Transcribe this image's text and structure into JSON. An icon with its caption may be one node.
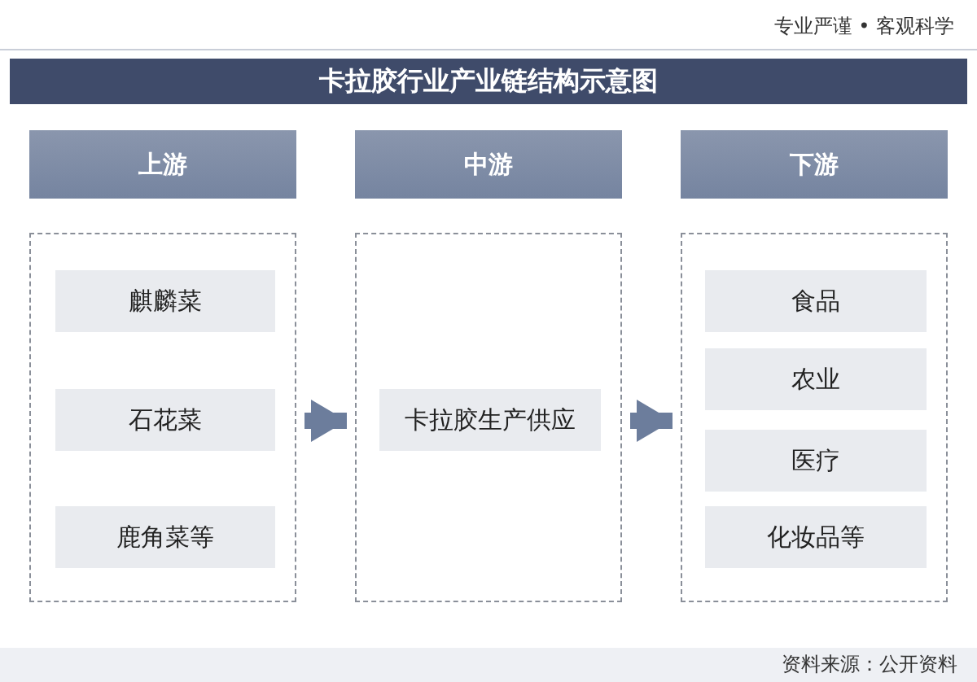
{
  "diagram": {
    "title": "卡拉胶行业产业链结构示意图",
    "nodes": [
      {
        "text": [
          "上游"
        ]
      },
      {
        "text": [
          "中游"
        ]
      },
      {
        "text": [
          "下游"
        ]
      },
      {
        "text": [],
        "shape": "box"
      },
      {
        "text": [
          "麒麟菜"
        ],
        "in": 3
      },
      {
        "text": [
          "石花菜"
        ],
        "in": 3
      },
      {
        "text": [
          "鹿角菜等"
        ],
        "in": 3
      },
      {
        "text": [],
        "shape": "box"
      },
      {
        "text": [
          "卡拉胶生产供应"
        ],
        "in": 7
      },
      {
        "text": [],
        "shape": "box"
      },
      {
        "text": [
          "食品"
        ],
        "in": 9
      },
      {
        "text": [
          "农业"
        ],
        "in": 9
      },
      {
        "text": [
          "医疗"
        ],
        "in": 9
      },
      {
        "text": [
          "化妆品等"
        ],
        "in": 9
      }
    ],
    "edges": [
      {
        "from": 3,
        "to": 7,
        "arrow": "to"
      },
      {
        "from": 7,
        "to": 9,
        "arrow": "to"
      }
    ],
    "labels": [
      "专业严谨 • 客观科学",
      "资料来源：公开资料"
    ]
  }
}
